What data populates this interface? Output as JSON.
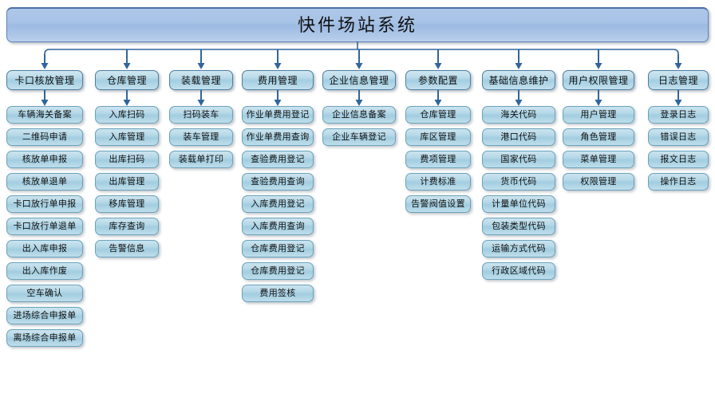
{
  "diagram": {
    "title": "快件场站系统",
    "type": "system-module-tree",
    "accent_color": "#a8c3e6",
    "node_color": "#b7d9e8",
    "connector_color": "#31659c",
    "columns": [
      {
        "header": "卡口核放管理",
        "items": [
          "车辆海关备案",
          "二维码申请",
          "核放单申报",
          "核放单退单",
          "卡口放行单申报",
          "卡口放行单退单",
          "出入库申报",
          "出入库作废",
          "空车确认",
          "进场综合申报单",
          "离场综合申报单"
        ]
      },
      {
        "header": "仓库管理",
        "items": [
          "入库扫码",
          "入库管理",
          "出库扫码",
          "出库管理",
          "移库管理",
          "库存查询",
          "告警信息"
        ]
      },
      {
        "header": "装载管理",
        "items": [
          "扫码装车",
          "装车管理",
          "装载单打印"
        ]
      },
      {
        "header": "费用管理",
        "items": [
          "作业单费用登记",
          "作业单费用查询",
          "查验费用登记",
          "查验费用查询",
          "入库费用登记",
          "入库费用查询",
          "仓库费用登记",
          "仓库费用登记",
          "费用签核"
        ]
      },
      {
        "header": "企业信息管理",
        "items": [
          "企业信息备案",
          "企业车辆登记"
        ]
      },
      {
        "header": "参数配置",
        "items": [
          "仓库管理",
          "库区管理",
          "费项管理",
          "计费标准",
          "告警阀值设置"
        ]
      },
      {
        "header": "基础信息维护",
        "items": [
          "海关代码",
          "港口代码",
          "国家代码",
          "货币代码",
          "计量单位代码",
          "包装类型代码",
          "运输方式代码",
          "行政区域代码"
        ]
      },
      {
        "header": "用户权限管理",
        "items": [
          "用户管理",
          "角色管理",
          "菜单管理",
          "权限管理"
        ]
      },
      {
        "header": "日志管理",
        "items": [
          "登录日志",
          "错误日志",
          "报文日志",
          "操作日志"
        ]
      }
    ]
  },
  "layout": {
    "column_x": [
      8,
      119,
      212,
      303,
      404,
      508,
      604,
      705,
      812
    ],
    "column_w": [
      96,
      80,
      80,
      90,
      92,
      82,
      92,
      90,
      76
    ]
  }
}
